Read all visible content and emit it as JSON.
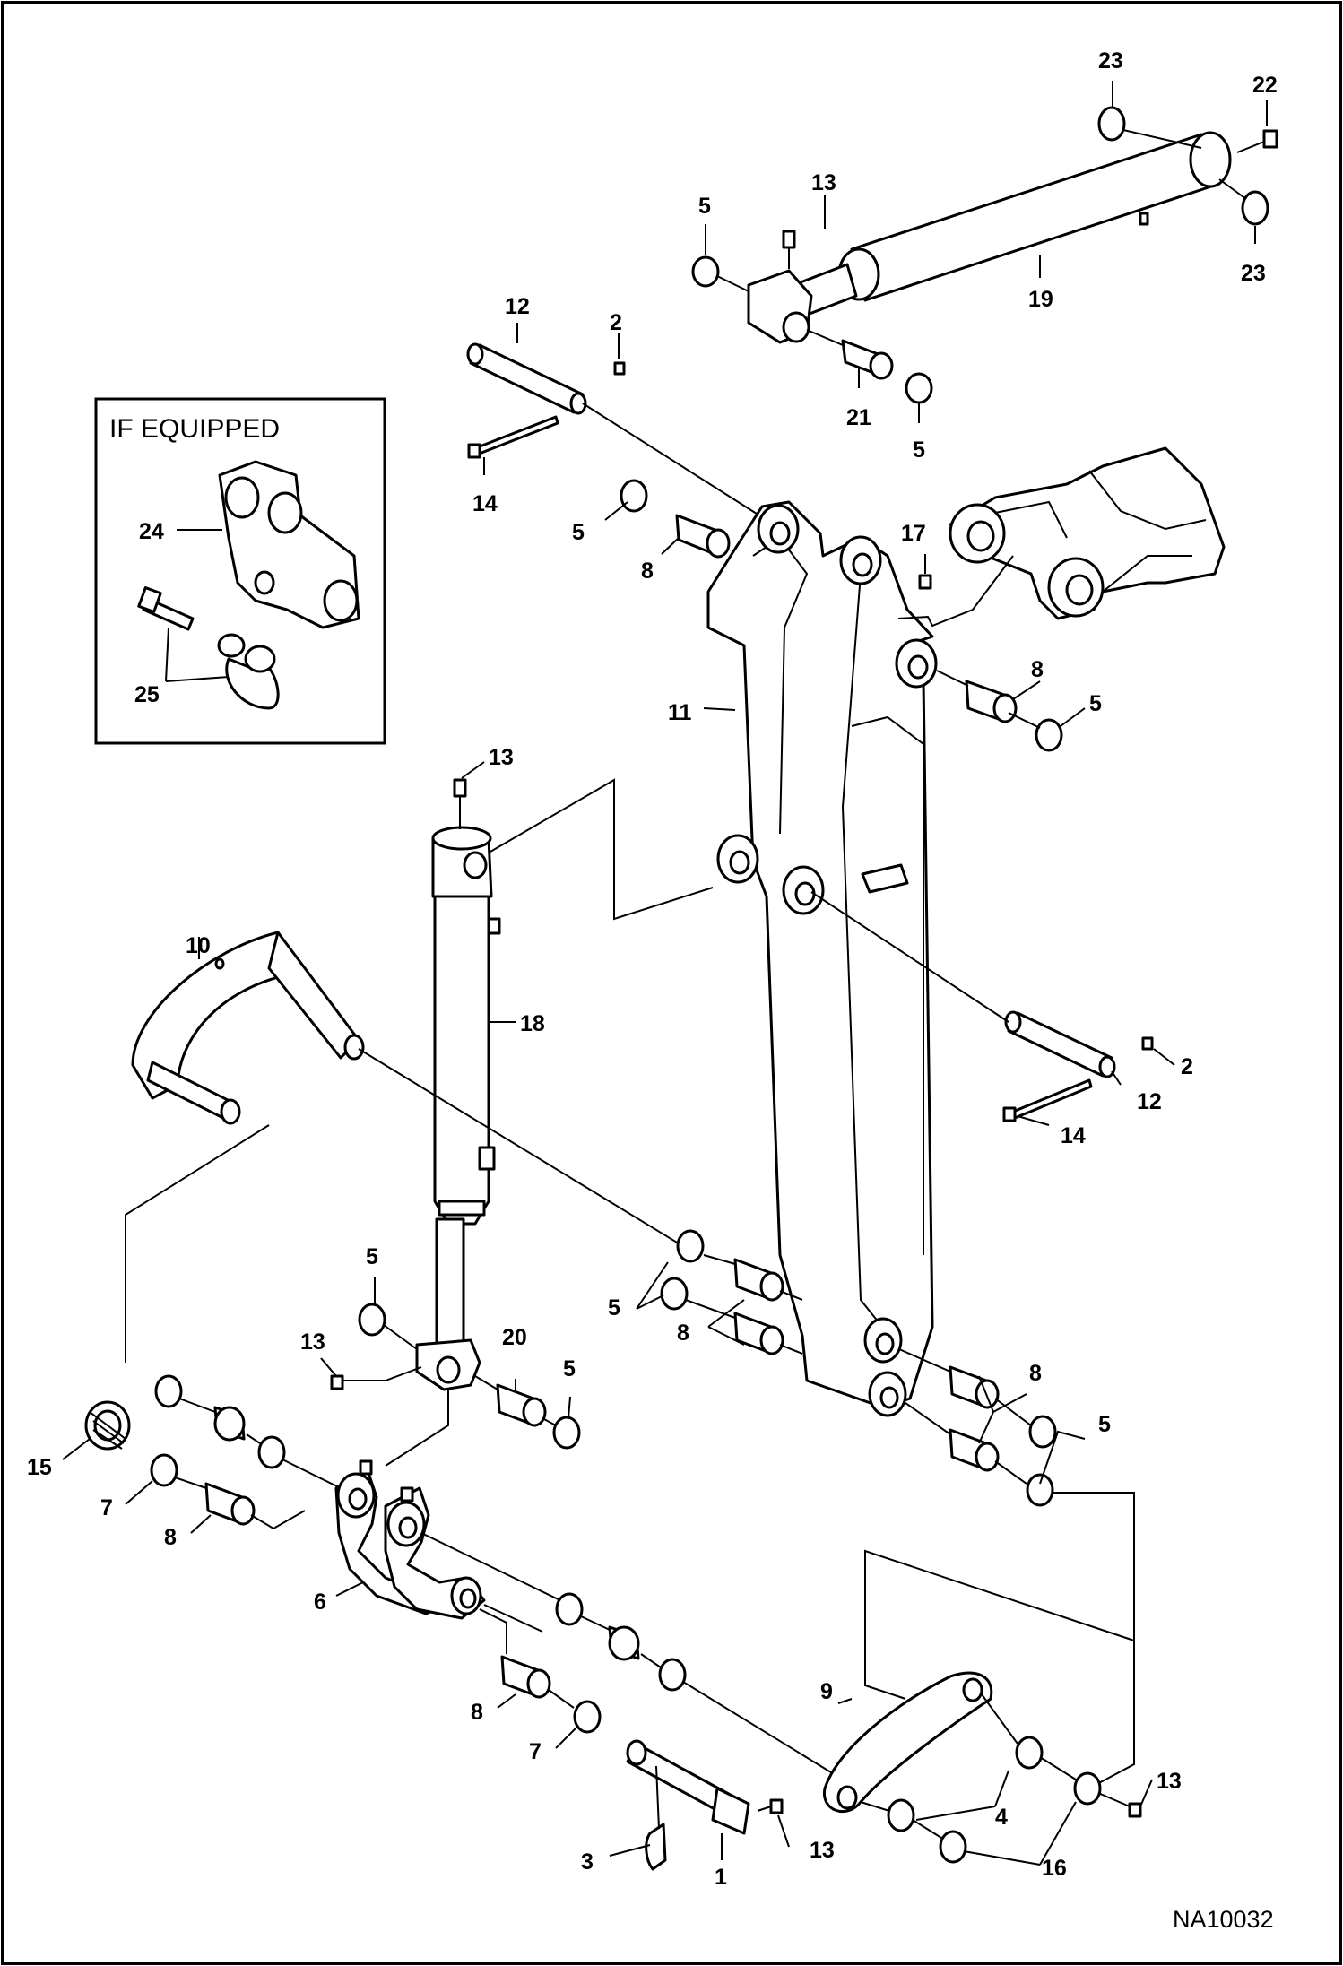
{
  "inset": {
    "title": "IF EQUIPPED",
    "labels": [
      "24",
      "25"
    ]
  },
  "drawing_code": "NA10032",
  "callouts": [
    "23",
    "22",
    "23",
    "19",
    "13",
    "5",
    "5",
    "21",
    "12",
    "2",
    "14",
    "5",
    "8",
    "17",
    "11",
    "8",
    "5",
    "13",
    "10",
    "18",
    "2",
    "12",
    "14",
    "5",
    "5",
    "8",
    "13",
    "20",
    "5",
    "8",
    "5",
    "15",
    "7",
    "8",
    "6",
    "8",
    "7",
    "9",
    "3",
    "1",
    "13",
    "4",
    "13",
    "16"
  ]
}
